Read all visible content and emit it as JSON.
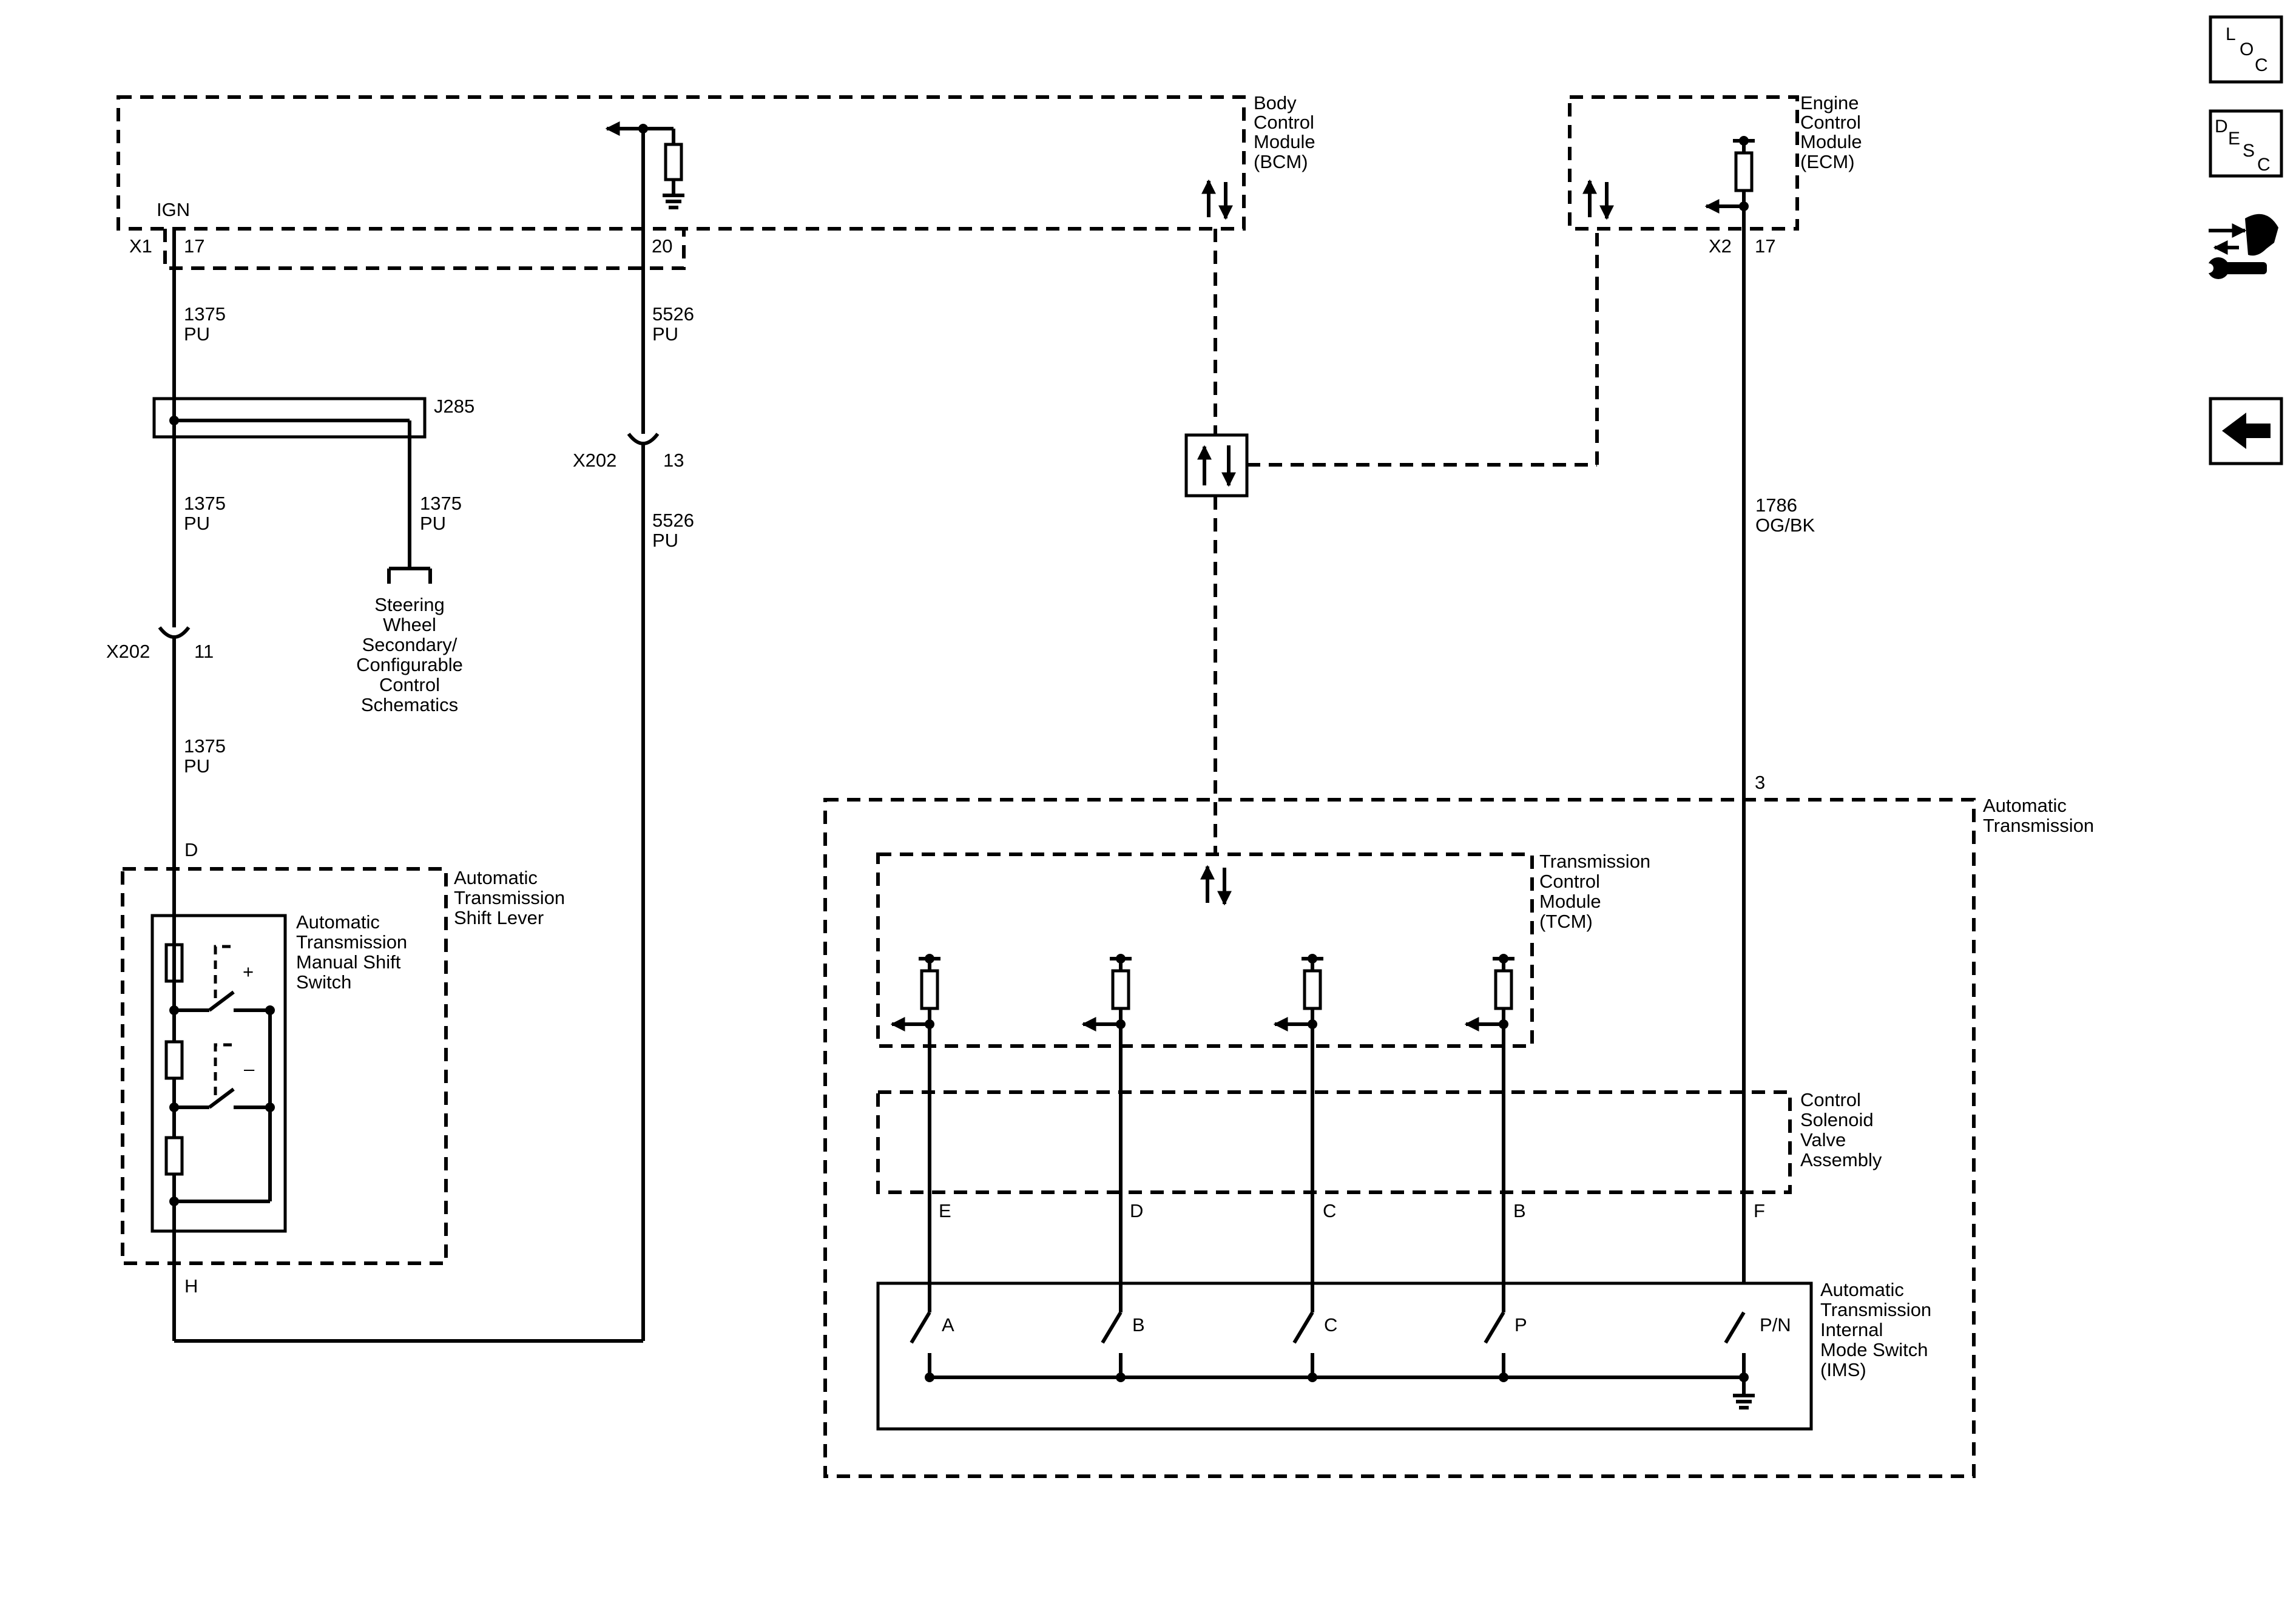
{
  "bcm": {
    "label": [
      "Body",
      "Control",
      "Module",
      "(BCM)"
    ],
    "ign": "IGN",
    "connector": "X1",
    "pin_ign": "17",
    "pin_20": "20"
  },
  "ecm": {
    "label": [
      "Engine",
      "Control",
      "Module",
      "(ECM)"
    ],
    "connector": "X2",
    "pin": "17"
  },
  "wires": {
    "w1375": [
      "1375",
      "PU"
    ],
    "w5526": [
      "5526",
      "PU"
    ],
    "w1786": [
      "1786",
      "OG/BK"
    ]
  },
  "splice": {
    "name": "J285"
  },
  "x202": {
    "name": "X202",
    "pin_a": "11",
    "pin_b": "13"
  },
  "steering_ref": [
    "Steering",
    "Wheel",
    "Secondary/",
    "Configurable",
    "Control",
    "Schematics"
  ],
  "shift_lever": {
    "label": [
      "Automatic",
      "Transmission",
      "Shift Lever"
    ],
    "pin_top": "D",
    "pin_bottom": "H"
  },
  "manual_switch": {
    "label": [
      "Automatic",
      "Transmission",
      "Manual Shift",
      "Switch"
    ],
    "plus": "+",
    "minus": "–"
  },
  "auto_trans": {
    "label": [
      "Automatic",
      "Transmission"
    ],
    "pin": "3"
  },
  "tcm": {
    "label": [
      "Transmission",
      "Control",
      "Module",
      "(TCM)"
    ]
  },
  "csva": {
    "label": [
      "Control",
      "Solenoid",
      "Valve",
      "Assembly"
    ],
    "pins": [
      "E",
      "D",
      "C",
      "B",
      "F"
    ]
  },
  "ims": {
    "label": [
      "Automatic",
      "Transmission",
      "Internal",
      "Mode Switch",
      "(IMS)"
    ],
    "switches": [
      "A",
      "B",
      "C",
      "P",
      "P/N"
    ]
  },
  "sidebar": {
    "loc": [
      "L",
      "O",
      "C"
    ],
    "desc": [
      "D",
      "E",
      "S",
      "C"
    ],
    "connector_icon": "connector-tool-icon",
    "back_icon": "back-arrow-icon"
  }
}
